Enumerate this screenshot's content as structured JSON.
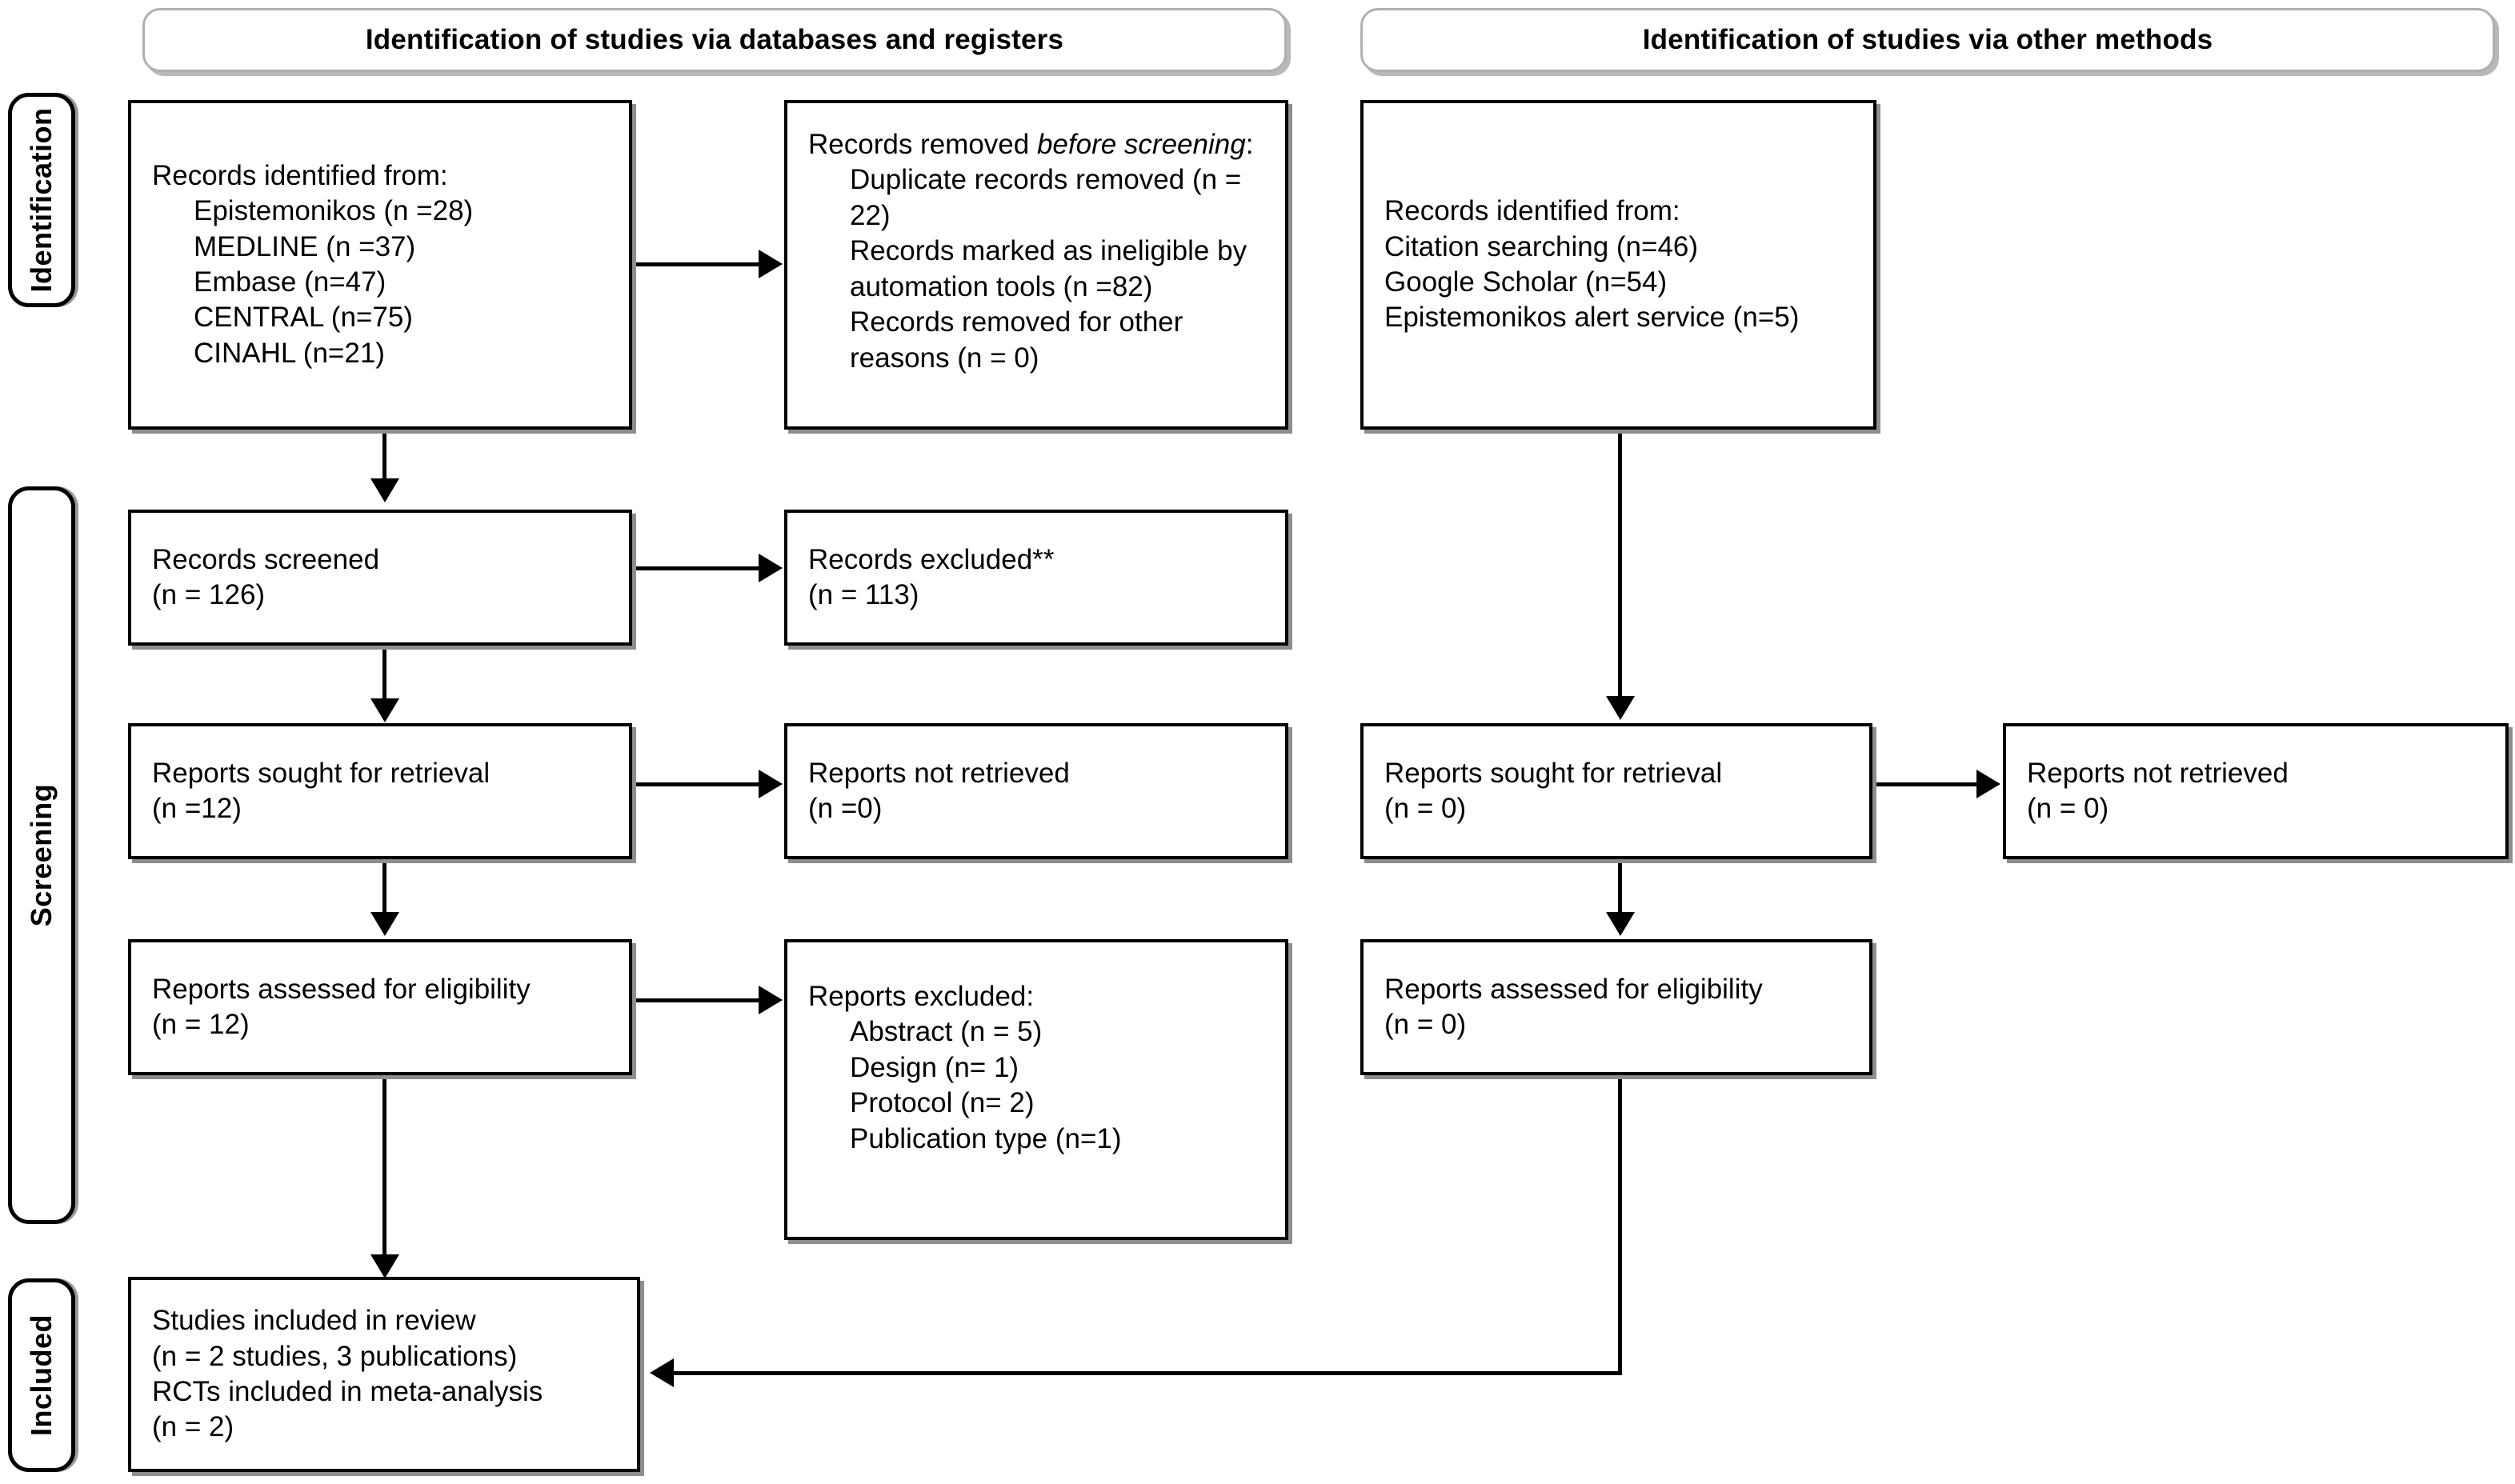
{
  "diagram": {
    "title": "PRISMA 2020 flow diagram",
    "type": "prisma-flow",
    "accent_color": "#000000",
    "background_color": "#ffffff",
    "shadow_color": "#8e8e8e"
  },
  "headers": {
    "left": "Identification of studies via databases and registers",
    "right": "Identification of studies via other methods"
  },
  "stages": {
    "identification": "Identification",
    "screening": "Screening",
    "included": "Included"
  },
  "boxes": {
    "db_identified": {
      "title": "Records identified from:",
      "items": [
        "Epistemonikos (n =28)",
        "MEDLINE (n =37)",
        "Embase (n=47)",
        "CENTRAL (n=75)",
        "CINAHL (n=21)"
      ]
    },
    "db_removed": {
      "title_plain": "Records removed ",
      "title_italic": "before screening",
      "title_tail": ":",
      "items": [
        "Duplicate records removed (n = 22)",
        "Records marked as ineligible by automation tools (n =82)",
        "Records removed for other reasons (n = 0)"
      ]
    },
    "db_screened": {
      "line1": "Records screened",
      "line2": "(n = 126)"
    },
    "db_excluded": {
      "line1": "Records excluded**",
      "line2": "(n = 113)"
    },
    "db_sought": {
      "line1": "Reports sought for retrieval",
      "line2": "(n =12)"
    },
    "db_not_retrieved": {
      "line1": "Reports not retrieved",
      "line2": "(n =0)"
    },
    "db_assessed": {
      "line1": "Reports assessed for eligibility",
      "line2": "(n = 12)"
    },
    "db_reports_excluded": {
      "title": "Reports excluded:",
      "items": [
        "Abstract (n = 5)",
        "Design (n= 1)",
        "Protocol (n= 2)",
        "Publication type (n=1)"
      ]
    },
    "other_identified": {
      "title": "Records identified from:",
      "items": [
        "Citation searching (n=46)",
        "Google Scholar (n=54)",
        "Epistemonikos alert service (n=5)"
      ]
    },
    "other_sought": {
      "line1": "Reports sought for retrieval",
      "line2": "(n = 0)"
    },
    "other_not_retrieved": {
      "line1": "Reports not retrieved",
      "line2": "(n = 0)"
    },
    "other_assessed": {
      "line1": "Reports assessed for eligibility",
      "line2": "(n = 0)"
    },
    "included_final": {
      "line1": "Studies included in review",
      "line2": "(n = 2 studies, 3 publications)",
      "line3": "RCTs included in meta-analysis",
      "line4": "(n = 2)"
    }
  }
}
